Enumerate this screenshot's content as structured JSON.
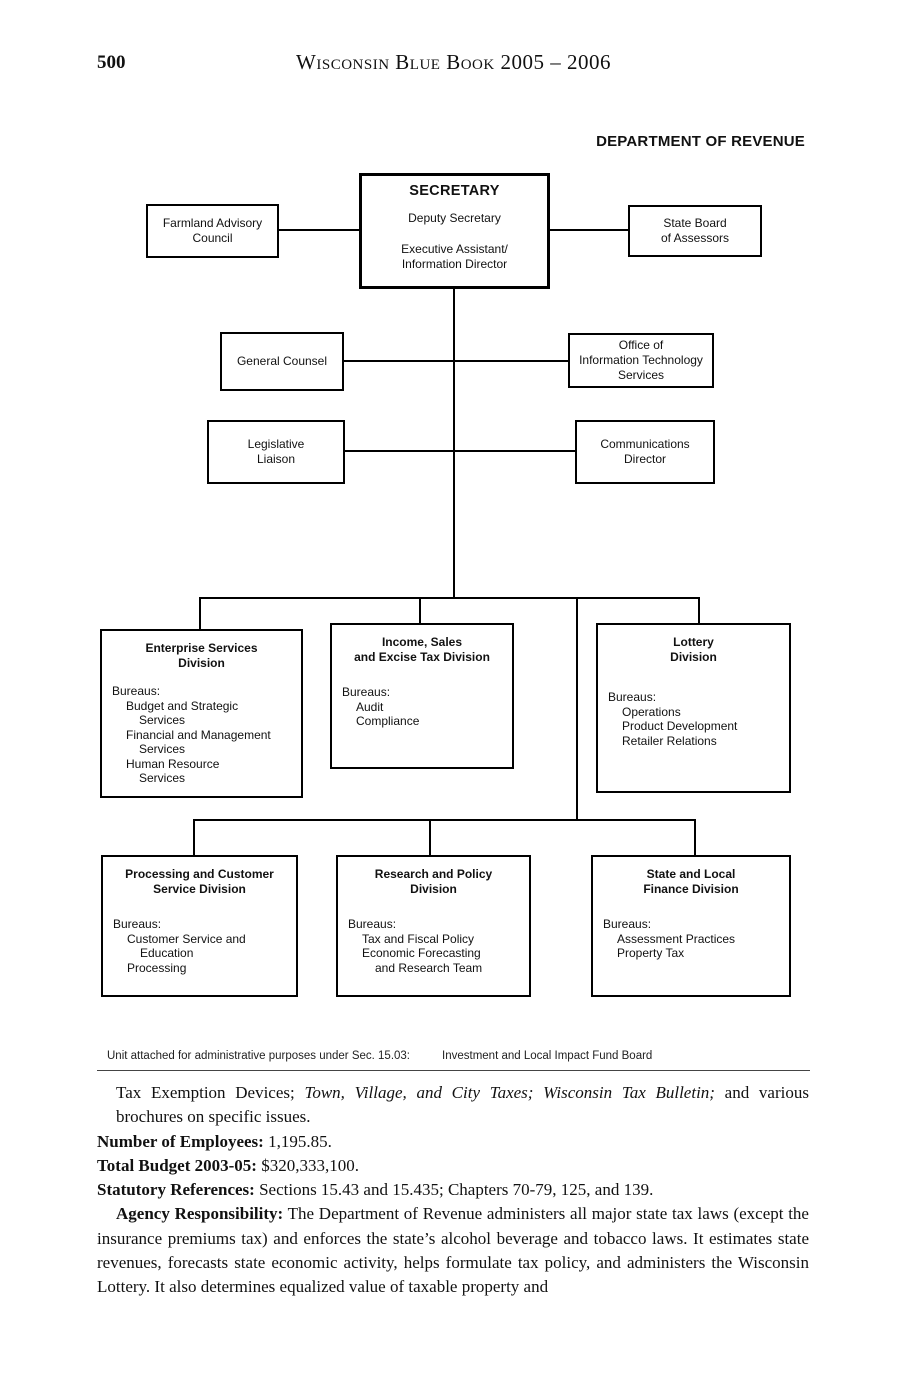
{
  "page": {
    "number": "500",
    "header_title": "Wisconsin Blue Book 2005 – 2006",
    "chart_heading": "DEPARTMENT OF REVENUE"
  },
  "org_chart": {
    "secretary_box": {
      "title": "SECRETARY",
      "deputy": "Deputy Secretary",
      "exec_line1": "Executive Assistant/",
      "exec_line2": "Information Director"
    },
    "farmland_box": {
      "lines": [
        "Farmland Advisory",
        "Council"
      ]
    },
    "assessors_box": {
      "lines": [
        "State Board",
        "of Assessors"
      ]
    },
    "general_counsel_box": {
      "lines": [
        "General Counsel"
      ]
    },
    "it_office_box": {
      "lines": [
        "Office of",
        "Information Technology",
        "Services"
      ]
    },
    "legislative_box": {
      "lines": [
        "Legislative",
        "Liaison"
      ]
    },
    "communications_box": {
      "lines": [
        "Communications",
        "Director"
      ]
    },
    "enterprise_box": {
      "title_lines": [
        "Enterprise Services",
        "Division"
      ],
      "bureaus_label": "Bureaus:",
      "item_lines": [
        "Budget and Strategic",
        "Services",
        "Financial and Management",
        "Services",
        "Human Resource",
        "Services"
      ]
    },
    "income_box": {
      "title_lines": [
        "Income, Sales",
        "and Excise Tax Division"
      ],
      "bureaus_label": "Bureaus:",
      "item_lines": [
        "Audit",
        "Compliance"
      ]
    },
    "lottery_box": {
      "title_lines": [
        "Lottery",
        "Division"
      ],
      "bureaus_label": "Bureaus:",
      "item_lines": [
        "Operations",
        "Product Development",
        "Retailer Relations"
      ]
    },
    "processing_box": {
      "title_lines": [
        "Processing and Customer",
        "Service Division"
      ],
      "bureaus_label": "Bureaus:",
      "item_lines": [
        "Customer Service and",
        "Education",
        "Processing"
      ]
    },
    "research_box": {
      "title_lines": [
        "Research and Policy",
        "Division"
      ],
      "bureaus_label": "Bureaus:",
      "item_lines": [
        "Tax and Fiscal Policy",
        "Economic Forecasting",
        "and Research Team"
      ]
    },
    "state_local_box": {
      "title_lines": [
        "State and Local",
        "Finance Division"
      ],
      "bureaus_label": "Bureaus:",
      "item_lines": [
        "Assessment Practices",
        "Property Tax"
      ]
    },
    "footnote_label": "Unit attached for administrative purposes under Sec. 15.03:",
    "footnote_value": "Investment and Local Impact Fund Board"
  },
  "body": {
    "para1_normal1": "Tax Exemption Devices; ",
    "para1_italic": "Town, Village, and City Taxes; Wisconsin Tax Bulletin;",
    "para1_normal2": " and various brochures on specific issues.",
    "employees_label": "Number of Employees:",
    "employees_value": " 1,195.85.",
    "budget_label": "Total Budget 2003-05:",
    "budget_value": " $320,333,100.",
    "statutory_label": "Statutory References:",
    "statutory_value": " Sections 15.43 and 15.435; Chapters 70-79, 125, and 139.",
    "agency_label": "Agency Responsibility:",
    "agency_value": " The Department of Revenue administers all major state tax laws (except the insurance premiums tax) and enforces the state’s alcohol beverage and tobacco laws. It estimates state revenues, forecasts state economic activity, helps formulate tax policy, and administers the Wisconsin Lottery.  It also determines equalized value of taxable property and"
  }
}
